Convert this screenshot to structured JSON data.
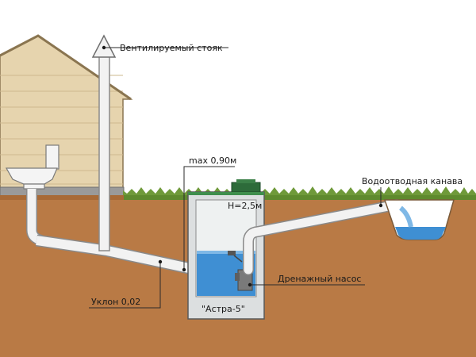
{
  "labels": {
    "vent_riser": "Вентилируемый стояк",
    "max_depth": "max 0,90м",
    "drainage_ditch": "Водоотводная канава",
    "height": "H=2,5м",
    "drain_pump": "Дренажный насос",
    "slope": "Уклон 0,02",
    "model": "\"Астра-5\""
  },
  "colors": {
    "sky": "#ffffff",
    "soil": "#b97a45",
    "soil_dark": "#a86a37",
    "grass": "#6f9a3a",
    "house_wall": "#e3d0a8",
    "house_outline": "#8a7550",
    "pipe": "#f2f2f2",
    "pipe_outline": "#8a8a8a",
    "tank_body": "#dfe3e3",
    "tank_inner": "#f1f3f3",
    "water": "#3f8fd3",
    "water_light": "#7fb8e6",
    "lid": "#2d6b3a"
  }
}
